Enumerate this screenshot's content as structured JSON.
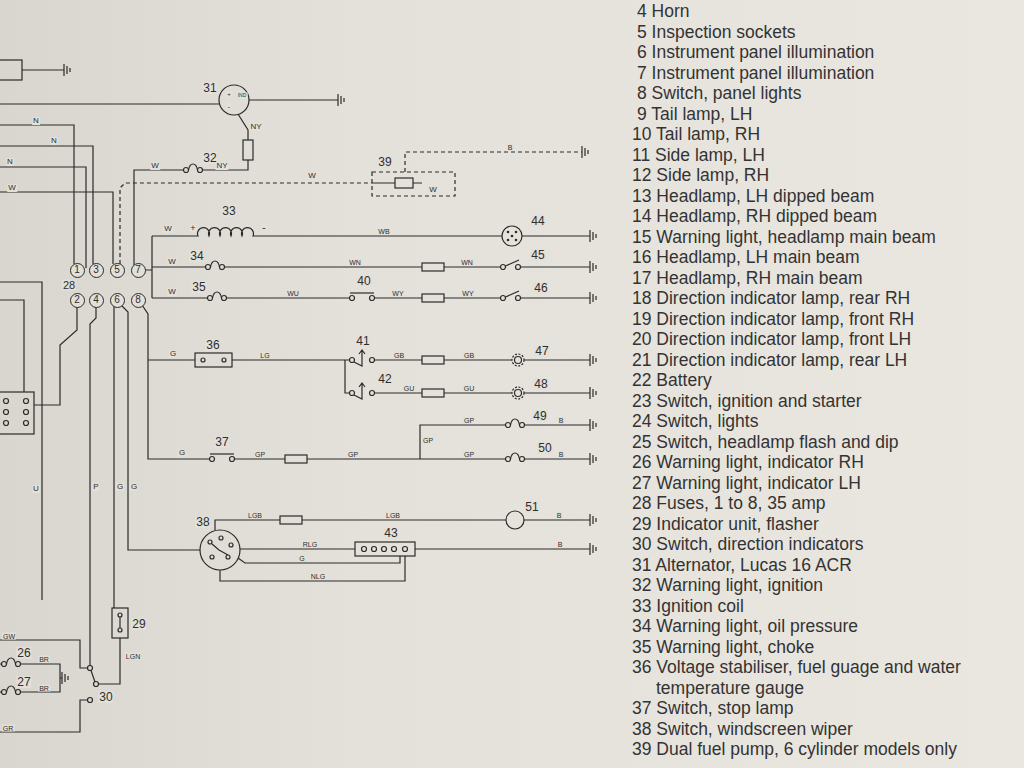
{
  "diagram": {
    "nodes": [
      {
        "text": [
          "1"
        ]
      },
      {
        "text": [
          "3"
        ]
      },
      {
        "text": [
          "5"
        ]
      },
      {
        "text": [
          "7"
        ]
      },
      {
        "text": [
          "2"
        ]
      },
      {
        "text": [
          "4"
        ]
      },
      {
        "text": [
          "6"
        ]
      },
      {
        "text": [
          "8"
        ]
      }
    ],
    "labels": [
      "N",
      "N",
      "N",
      "W",
      "31",
      "+",
      "IND",
      "-",
      "NY",
      "32",
      "W",
      "NY",
      "39",
      "B",
      "W",
      "W",
      "33",
      "+",
      "-",
      "W",
      "WB",
      "44",
      "34",
      "W",
      "WN",
      "WN",
      "45",
      "35",
      "W",
      "WU",
      "40",
      "WY",
      "WY",
      "46",
      "28",
      "36",
      "G",
      "LG",
      "41",
      "GB",
      "GB",
      "47",
      "42",
      "GU",
      "GU",
      "48",
      "GP",
      "49",
      "B",
      "GP",
      "37",
      "G",
      "GP",
      "GP",
      "GP",
      "50",
      "B",
      "U",
      "P",
      "G",
      "G",
      "38",
      "LGB",
      "LGB",
      "51",
      "B",
      "43",
      "RLG",
      "B",
      "G",
      "NLG",
      "29",
      "LGN",
      "GW",
      "26",
      "BR",
      "27",
      "BR",
      "30",
      "GR",
      "4 Horn",
      "5 Inspection sockets",
      "6 Instrument panel illumination",
      "7 Instrument panel illumination",
      "8 Switch, panel lights",
      "9 Tail lamp, LH",
      "10 Tail lamp, RH",
      "11 Side lamp, LH",
      "12 Side lamp, RH",
      "13 Headlamp, LH dipped beam",
      "14 Headlamp, RH dipped beam",
      "15 Warning light, headlamp main beam",
      "16 Headlamp, LH main beam",
      "17 Headlamp, RH main beam",
      "18 Direction indicator lamp, rear RH",
      "19 Direction indicator lamp, front RH",
      "20 Direction indicator lamp, front LH",
      "21 Direction indicator lamp, rear LH",
      "22 Battery",
      "23 Switch, ignition and starter",
      "24 Switch, lights",
      "25 Switch, headlamp flash and dip",
      "26 Warning light, indicator RH",
      "27 Warning light, indicator LH",
      "28 Fuses, 1 to 8, 35 amp",
      "29 Indicator unit, flasher",
      "30 Switch, direction indicators",
      "31 Alternator, Lucas 16 ACR",
      "32 Warning light, ignition",
      "33 Ignition coil",
      "34 Warning light, oil pressure",
      "35 Warning light, choke",
      "36 Voltage stabiliser, fuel guage and water temperature gauge",
      "37 Switch, stop lamp",
      "38 Switch, windscreen wiper",
      "39 Dual fuel pump, 6 cylinder models only"
    ]
  }
}
